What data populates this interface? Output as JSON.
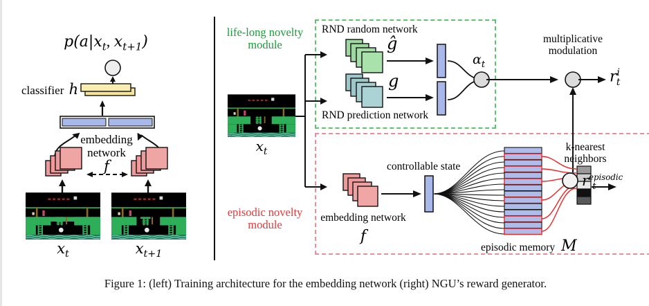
{
  "figure": {
    "caption": "Figure 1: (left) Training architecture for the embedding network (right) NGU’s reward generator."
  },
  "colors": {
    "green_module": "#1f9a3d",
    "red_module": "#e23b3b",
    "green_dash_box": "#5cc46a",
    "red_dash_box": "#f08d9c",
    "blue_block": "#a8b8e8",
    "yellow_block": "#f5e49a",
    "pink_block": "#ef9a9a",
    "rnd_random_green": "#9ed9a0",
    "rnd_prediction_teal": "#9ec7c9",
    "node_gray": "#dcdcdc",
    "memory_blue": "#aebce9",
    "knn_red_line": "#ee2222"
  },
  "left_panel": {
    "output_label": "p(a|x_t, x_{t+1})",
    "output_label_parts": {
      "p": "p(a",
      "bar": "|",
      "x_t": "x",
      "t_sub": "t",
      "comma": ", ",
      "x_t1": "x",
      "t1_sub": "t+1",
      "close": ")"
    },
    "classifier_label": "classifier",
    "classifier_symbol": "h",
    "embedding_label_line1": "embedding",
    "embedding_label_line2": "network",
    "embedding_symbol": "f",
    "frame_left_label": "x",
    "frame_left_sub": "t",
    "frame_right_label": "x",
    "frame_right_sub": "t+1"
  },
  "right_panel": {
    "lifelong_module_line1": "life-long novelty",
    "lifelong_module_line2": "module",
    "episodic_module_line1": "episodic novelty",
    "episodic_module_line2": "module",
    "rnd_random_network": "RND random network",
    "rnd_prediction_network": "RND prediction network",
    "rnd_random_symbol": "ĝ",
    "rnd_prediction_symbol": "g",
    "alpha_label": "α",
    "alpha_sub": "t",
    "multiplicative_line1": "multiplicative",
    "multiplicative_line2": "modulation",
    "intrinsic_reward_symbol": "r",
    "intrinsic_reward_sup": "i",
    "intrinsic_reward_sub": "t",
    "input_frame_label": "x",
    "input_frame_sub": "t",
    "embedding_network_label": "embedding network",
    "embedding_network_symbol": "f",
    "controllable_state": "controllable state",
    "knn_line1": "k-nearest",
    "knn_line2": "neighbors",
    "episodic_memory_label": "episodic memory",
    "episodic_memory_symbol": "M",
    "episodic_reward_symbol": "r",
    "episodic_reward_sup": "episodic",
    "episodic_reward_sub": "t"
  },
  "episodic_memory": {
    "row_count": 14,
    "highlighted_rows": [
      1,
      3,
      5,
      8,
      11,
      13
    ]
  },
  "knn_block": {
    "cell_count": 5,
    "cell_shades": [
      "#9a9a9a",
      "#cfcfcf",
      "#e8e8e8",
      "#111111",
      "#5a5a5a"
    ]
  }
}
